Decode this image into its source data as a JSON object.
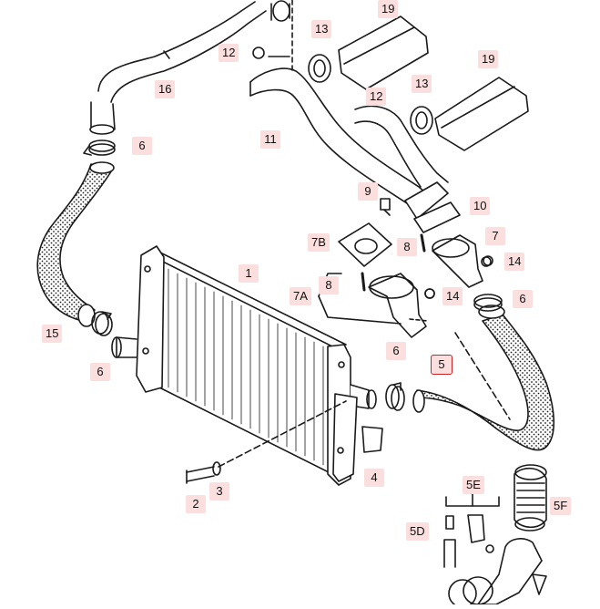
{
  "diagram": {
    "colors": {
      "line": "#1a1a1a",
      "label_bg": "#fbdede",
      "selected_outline": "#cc2222"
    },
    "selected_part": "5",
    "labels": {
      "l19a": "19",
      "l13a": "13",
      "l12a": "12",
      "l16": "16",
      "l19b": "19",
      "l12b": "12",
      "l13b": "13",
      "l11": "11",
      "l6a": "6",
      "l9": "9",
      "l10": "10",
      "l7b": "7B",
      "l8a": "8",
      "l7": "7",
      "l14a": "14",
      "l1": "1",
      "l8b": "8",
      "l7a": "7A",
      "l14b": "14",
      "l6b": "6",
      "l15": "15",
      "l6c": "6",
      "l6d": "6",
      "l5": "5",
      "l4": "4",
      "l3": "3",
      "l2": "2",
      "l5e": "5E",
      "l5f": "5F",
      "l5d": "5D"
    }
  }
}
